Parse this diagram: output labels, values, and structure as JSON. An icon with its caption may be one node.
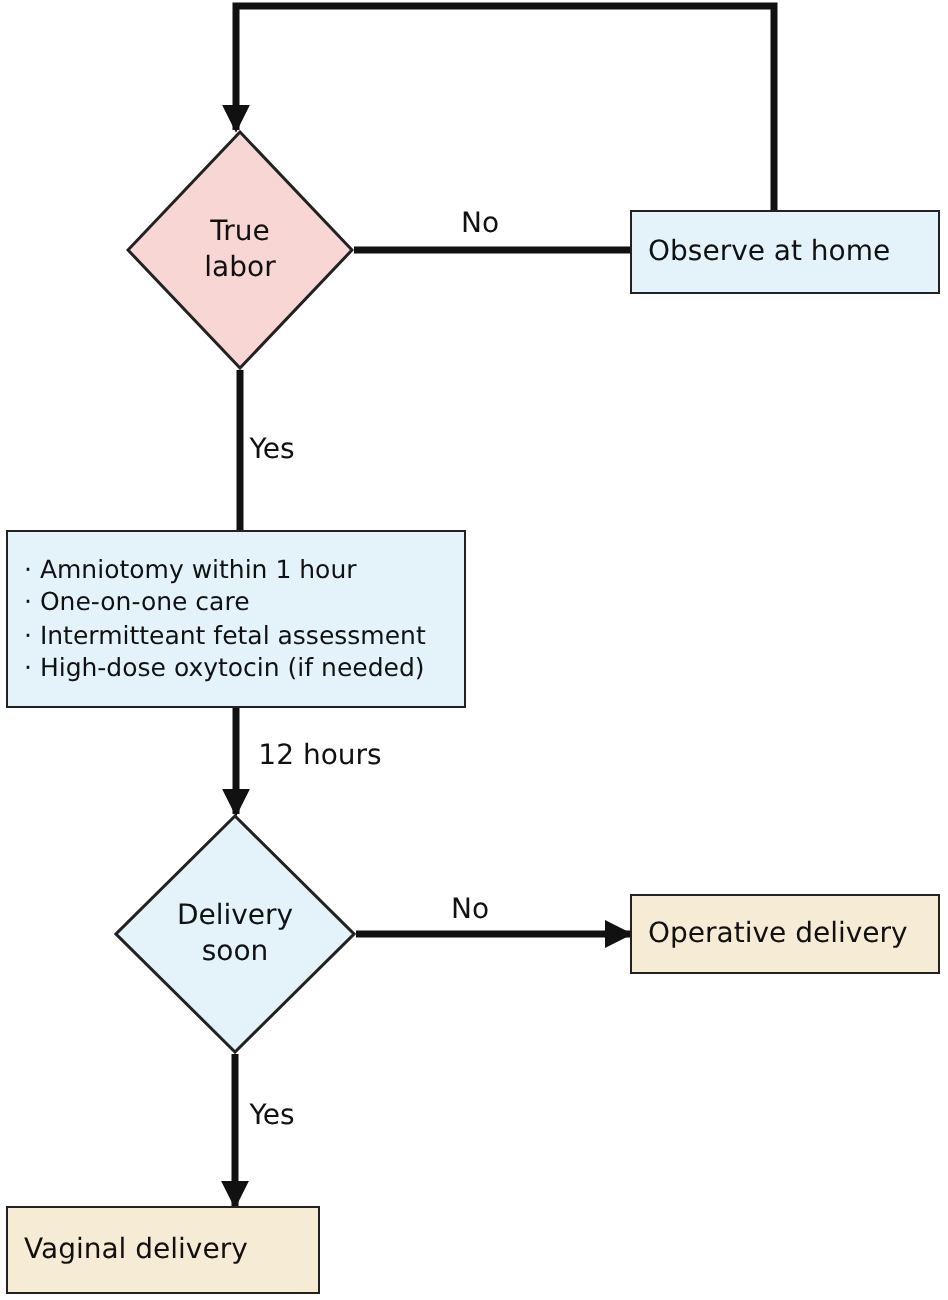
{
  "diagram": {
    "nodes": [
      {
        "text": [
          "True labor"
        ]
      },
      {
        "text": [
          "Observe at home"
        ]
      },
      {
        "text": [
          "· Amniotomy within 1 hour",
          "· One-on-one care",
          "· Intermitteant fetal assessment",
          "· High-dose oxytocin (if needed)"
        ]
      },
      {
        "text": [
          "Delivery soon"
        ]
      },
      {
        "text": [
          "Operative delivery"
        ]
      },
      {
        "text": [
          "Vaginal delivery"
        ]
      }
    ],
    "edges": [
      {
        "from": 0,
        "to": 2,
        "arrow": "none",
        "label": "Yes"
      },
      {
        "from": 0,
        "to": 1,
        "arrow": "none",
        "label": "No"
      },
      {
        "from": 1,
        "to": 0,
        "arrow": "to"
      },
      {
        "from": 2,
        "to": 3,
        "arrow": "to",
        "label": "12 hours"
      },
      {
        "from": 3,
        "to": 4,
        "arrow": "to",
        "label": "No"
      },
      {
        "from": 3,
        "to": 5,
        "arrow": "to",
        "label": "Yes"
      }
    ]
  }
}
